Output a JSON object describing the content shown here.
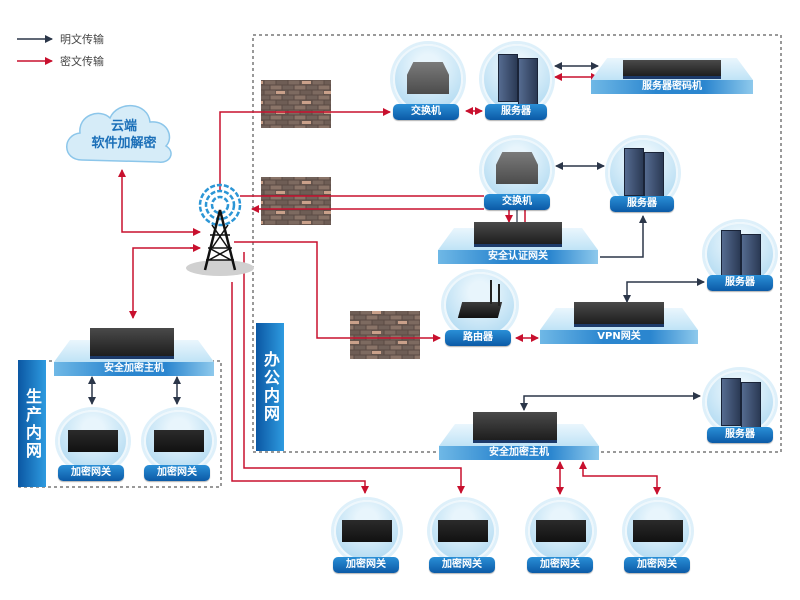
{
  "legend": {
    "plaintext": {
      "label": "明文传输",
      "color": "#2b3649"
    },
    "ciphertext": {
      "label": "密文传输",
      "color": "#c8102e"
    }
  },
  "colors": {
    "plain_line": "#2b3649",
    "cipher_line": "#c8102e",
    "label_blue": "#0b5aa6",
    "zone_border": "#333333"
  },
  "cloud": {
    "line1": "云端",
    "line2": "软件加解密"
  },
  "zones": {
    "office": "办公内网",
    "production": "生产内网"
  },
  "nodes": {
    "switch1": "交换机",
    "server1": "服务器",
    "server_crypto": "服务器密码机",
    "switch2": "交换机",
    "server2": "服务器",
    "auth_gateway": "安全认证网关",
    "server3": "服务器",
    "router": "路由器",
    "vpn_gateway": "VPN网关",
    "server4": "服务器",
    "office_host": "安全加密主机",
    "prod_host": "安全加密主机",
    "prod_gw1": "加密网关",
    "prod_gw2": "加密网关",
    "remote_gw1": "加密网关",
    "remote_gw2": "加密网关",
    "remote_gw3": "加密网关",
    "remote_gw4": "加密网关"
  }
}
